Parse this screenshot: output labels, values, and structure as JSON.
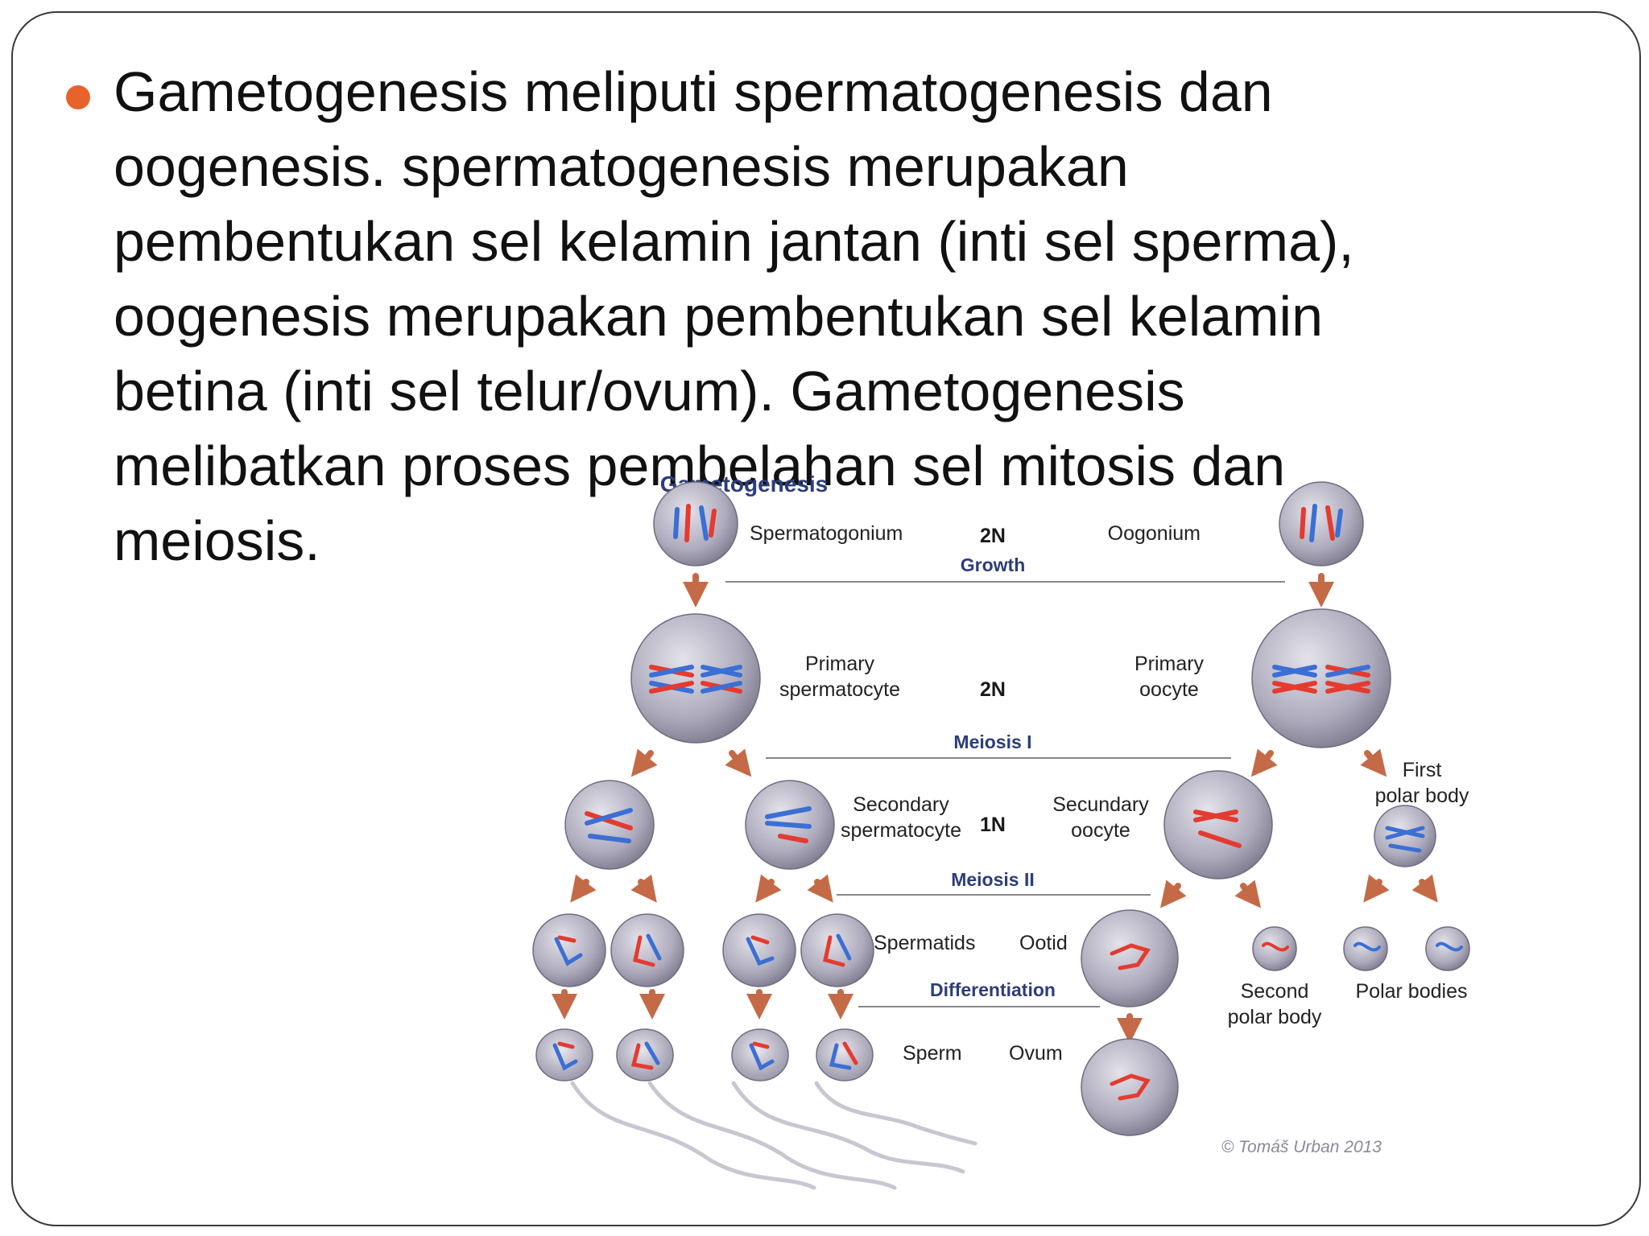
{
  "slide": {
    "bullet_text": "Gametogenesis meliputi spermatogenesis dan\noogenesis. spermatogenesis merupakan\npembentukan sel kelamin jantan (inti sel sperma),\noogenesis merupakan pembentukan sel kelamin\nbetina (inti sel telur/ovum). Gametogenesis\nmelibatkan proses pembelahan sel mitosis dan\nmeiosis."
  },
  "diagram": {
    "title": "Gametogenesis",
    "stages": {
      "growth": "Growth",
      "meiosis1": "Meiosis I",
      "meiosis2": "Meiosis II",
      "differentiation": "Differentiation"
    },
    "ploidy": {
      "row1": "2N",
      "row2": "2N",
      "row3": "1N"
    },
    "labels": {
      "spermatogonium": "Spermatogonium",
      "oogonium": "Oogonium",
      "primary_spermatocyte_1": "Primary",
      "primary_spermatocyte_2": "spermatocyte",
      "primary_oocyte_1": "Primary",
      "primary_oocyte_2": "oocyte",
      "secondary_spermatocyte_1": "Secondary",
      "secondary_spermatocyte_2": "spermatocyte",
      "secundary_oocyte_1": "Secundary",
      "secundary_oocyte_2": "oocyte",
      "first_polar_body_1": "First",
      "first_polar_body_2": "polar body",
      "spermatids": "Spermatids",
      "ootid": "Ootid",
      "second_polar_body_1": "Second",
      "second_polar_body_2": "polar body",
      "polar_bodies": "Polar bodies",
      "sperm": "Sperm",
      "ovum": "Ovum"
    },
    "copyright": "© Tomáš Urban 2013",
    "colors": {
      "cell": "#a7a4b6",
      "chrom_red": "#e43b30",
      "chrom_blue": "#3b6fd4",
      "arrow": "#c46a47",
      "stage_text": "#2c3d7a"
    }
  }
}
